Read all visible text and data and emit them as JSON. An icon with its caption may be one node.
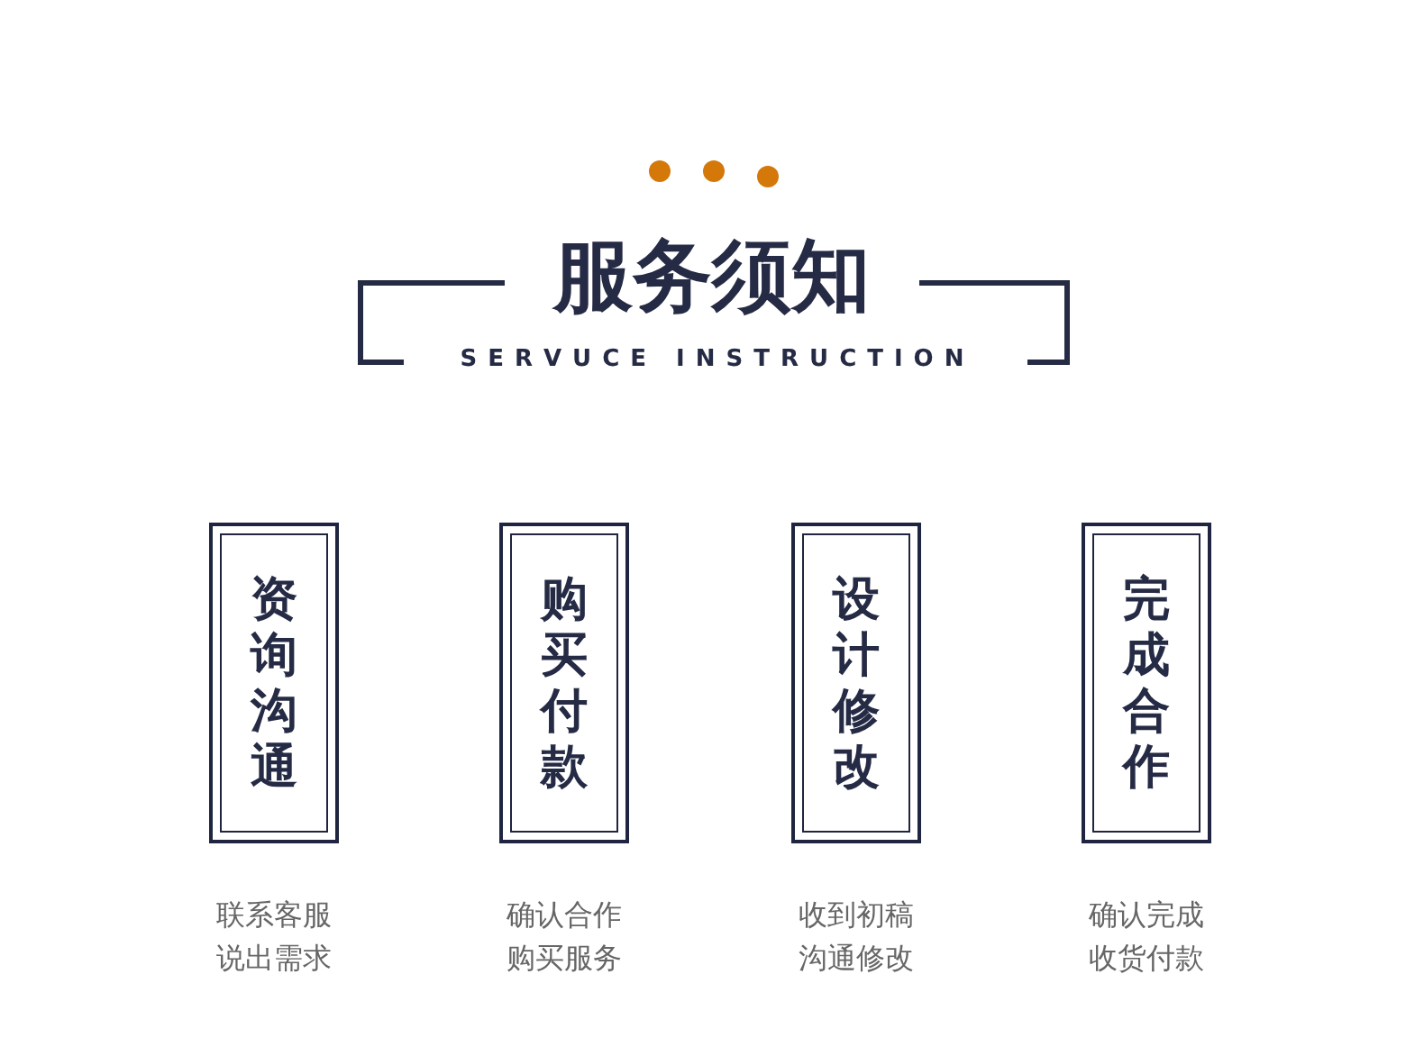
{
  "diagram": {
    "title": "服务须知",
    "nodes": [
      {
        "text": [
          "资询沟通"
        ],
        "beside": [
          "联系客服说出需求"
        ]
      },
      {
        "text": [
          "购买付款"
        ],
        "beside": [
          "确认合作购买服务"
        ]
      },
      {
        "text": [
          "设计修改"
        ],
        "beside": [
          "收到初稿沟通修改"
        ]
      },
      {
        "text": [
          "完成合作"
        ],
        "beside": [
          "确认完成收货付款"
        ]
      }
    ],
    "labels": [
      "SERVUCE INSTRUCTION"
    ]
  }
}
